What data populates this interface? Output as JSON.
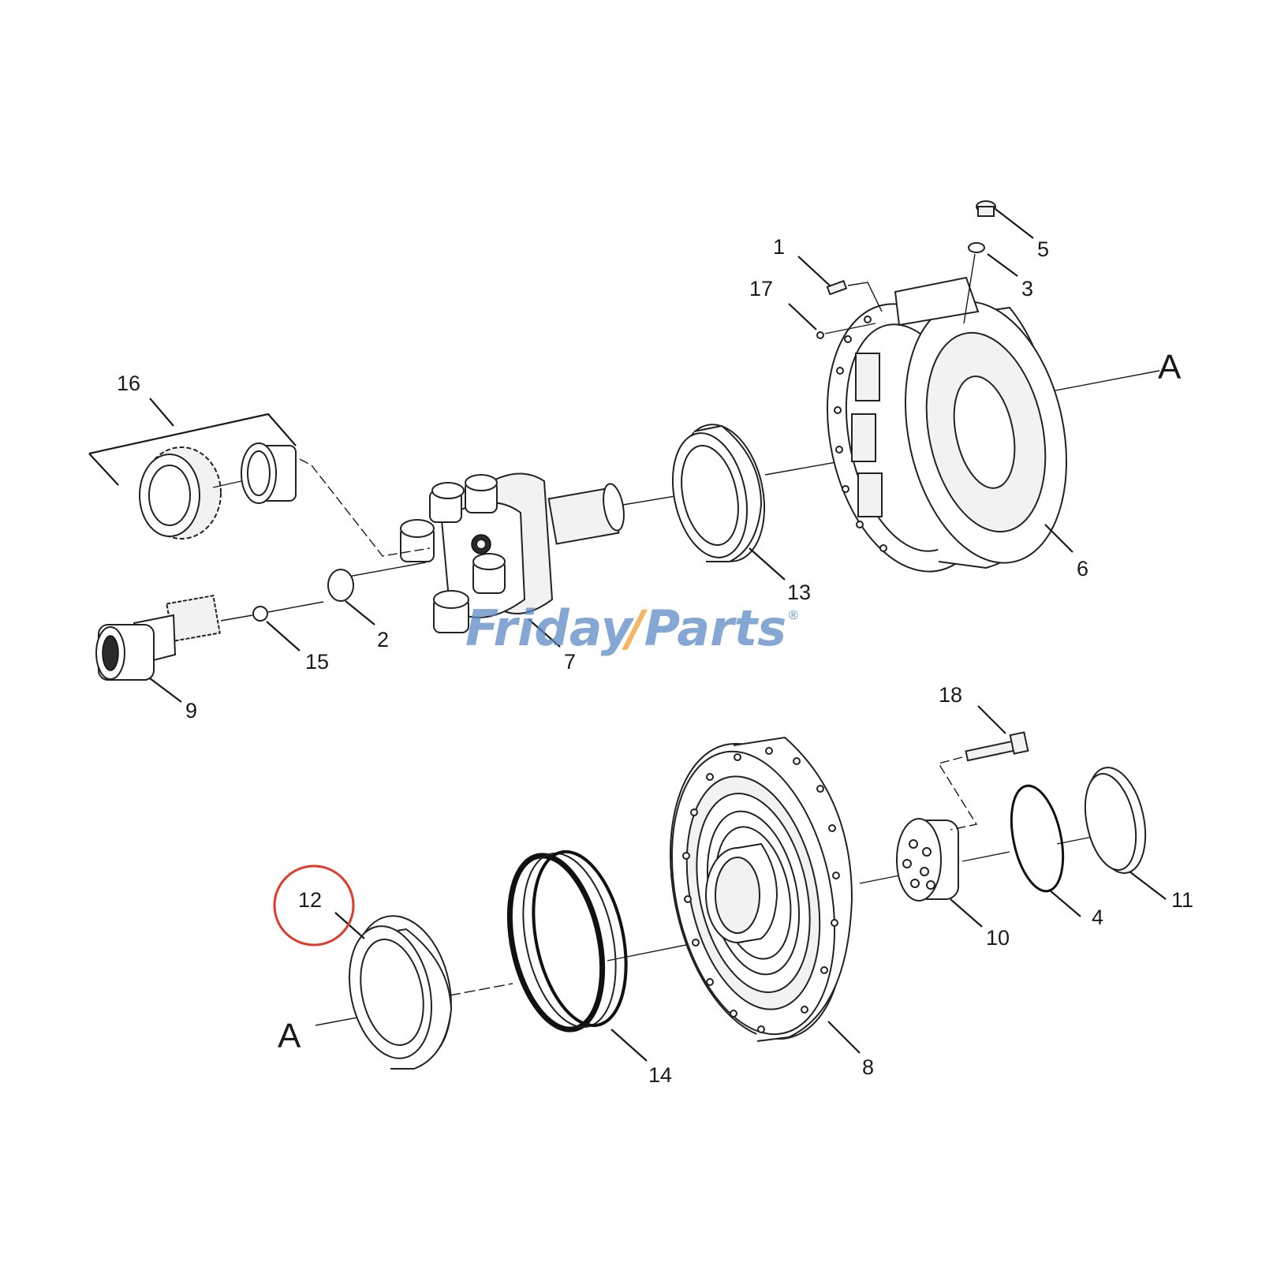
{
  "diagram": {
    "labels": {
      "p1": "1",
      "p2": "2",
      "p3": "3",
      "p4": "4",
      "p5": "5",
      "p6": "6",
      "p7": "7",
      "p8": "8",
      "p9": "9",
      "p10": "10",
      "p11": "11",
      "p12": "12",
      "p13": "13",
      "p14": "14",
      "p15": "15",
      "p16": "16",
      "p17": "17",
      "p18": "18"
    },
    "axis_marker_top": "A",
    "axis_marker_bottom": "A",
    "highlighted_part": "12",
    "highlight_color": "#e03a2a"
  },
  "watermark": {
    "text_part1": "Friday",
    "text_part2": "Parts",
    "registered": "®",
    "color": "#5b8ac6",
    "accent_color": "#f0a030"
  }
}
